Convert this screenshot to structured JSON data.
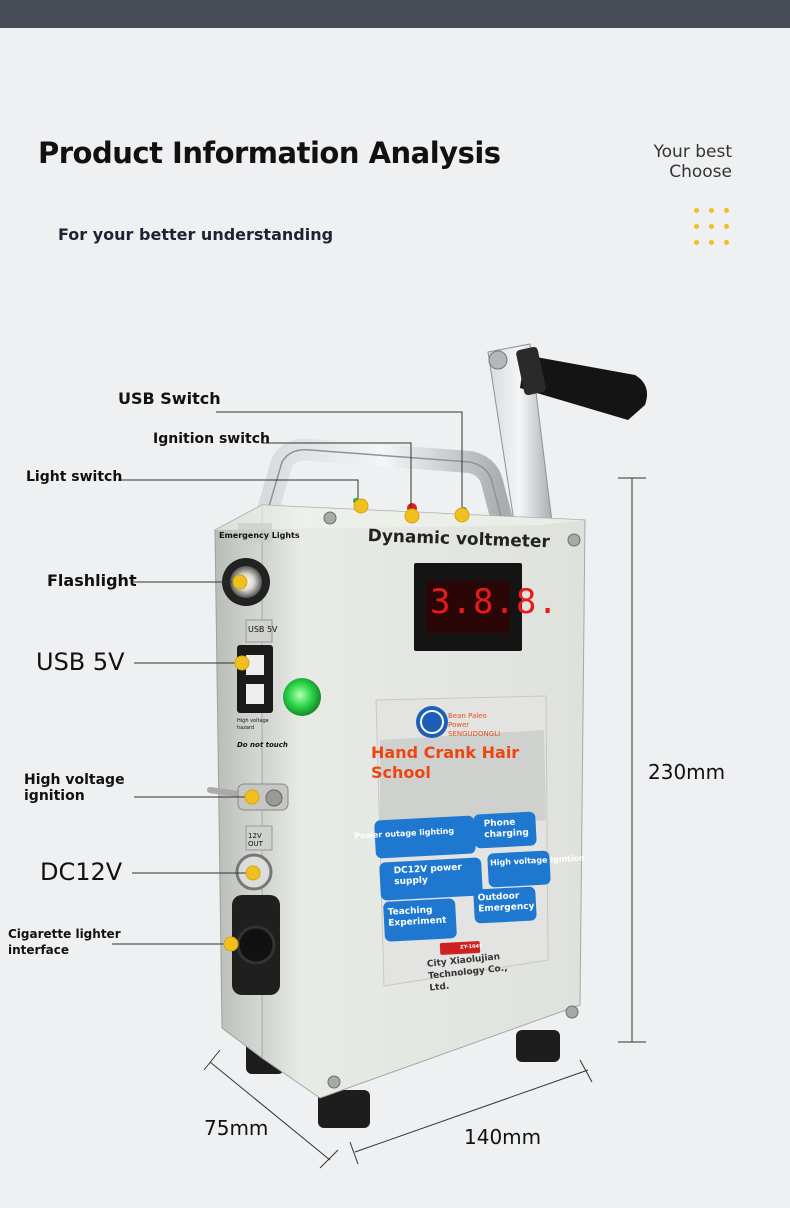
{
  "header": {
    "title": "Product Information Analysis",
    "subtitle": "For your better understanding",
    "slogan_line1": "Your best",
    "slogan_line2": "Choose"
  },
  "labels": {
    "usb_switch": "USB Switch",
    "ignition_switch": "Ignition switch",
    "light_switch": "Light switch",
    "flashlight": "Flashlight",
    "usb_5v": "USB 5V",
    "high_voltage_ignition": "High voltage ignition",
    "dc12v": "DC12V",
    "cigarette_lighter": "Cigarette lighter interface"
  },
  "dimensions": {
    "height": "230mm",
    "depth": "75mm",
    "width": "140mm"
  },
  "device": {
    "emergency_lights": "Emergency Lights",
    "panel_title": "Dynamic voltmeter",
    "display_value": "3.8.8.",
    "usb_tag": "USB 5V",
    "hv_hazard": "High voltage hazard",
    "do_not_touch": "Do not touch",
    "out_tag": "12V OUT",
    "brand_line1": "Bean Paleo",
    "brand_line2": "Power",
    "brand_line3": "SENGUDONGLI",
    "sticker_title": "Hand Crank Hair School",
    "features": [
      "Power outage lighting",
      "Phone charging",
      "DC12V power supply",
      "High voltage ignition",
      "Teaching Experiment",
      "Outdoor Emergency"
    ],
    "company": "City Xiaolujian Technology Co., Ltd.",
    "badge": "ZY-1045"
  },
  "colors": {
    "accent_yellow": "#f0c020",
    "sticker_red": "#ee4411",
    "feature_blue": "#1f78d0",
    "led_red": "#e81a1a",
    "indicator_green": "#2dd84a"
  }
}
